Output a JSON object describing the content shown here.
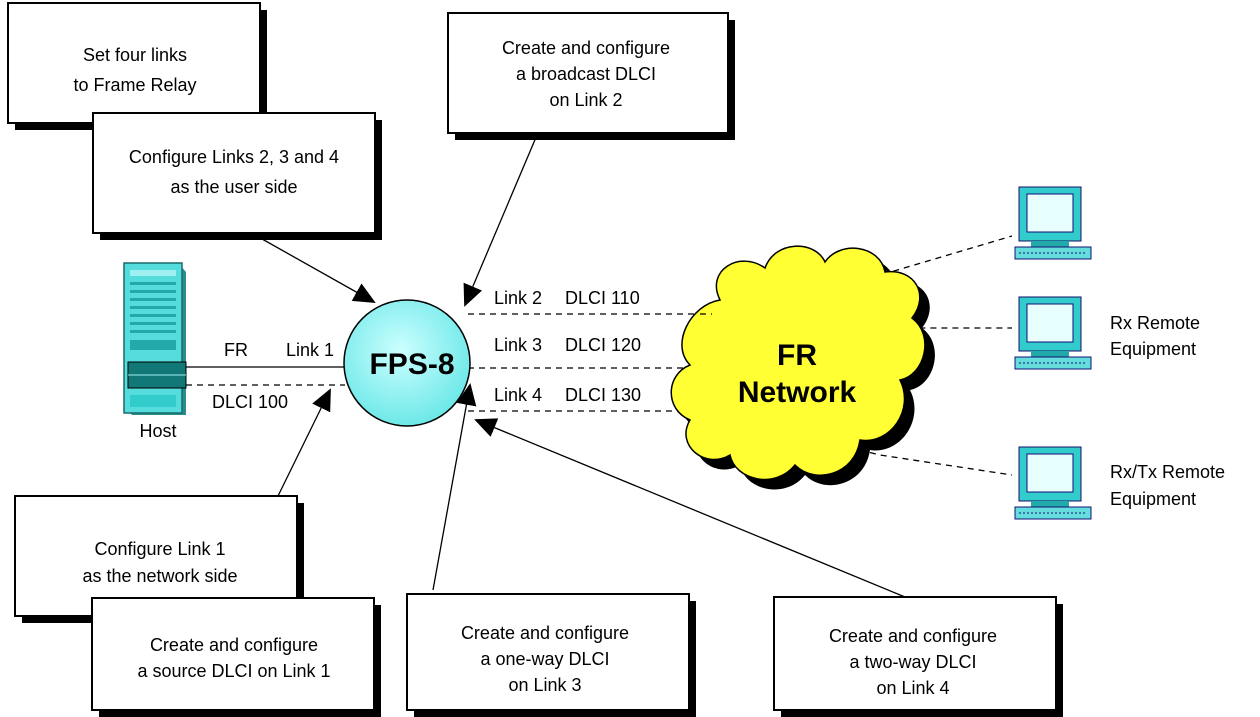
{
  "boxes": {
    "set_four_links": [
      "Set four links",
      "to Frame Relay"
    ],
    "configure_user_side": [
      "Configure Links 2, 3 and 4",
      "as the user side"
    ],
    "broadcast_dlci": [
      "Create and configure",
      "a broadcast DLCI",
      "on Link 2"
    ],
    "configure_network_side": [
      "Configure Link 1",
      "as the network side"
    ],
    "source_dlci": [
      "Create and configure",
      "a source DLCI on Link 1"
    ],
    "one_way_dlci": [
      "Create and configure",
      "a one-way DLCI",
      "on Link 3"
    ],
    "two_way_dlci": [
      "Create and configure",
      "a two-way DLCI",
      "on Link 4"
    ]
  },
  "nodes": {
    "host": "Host",
    "fps": "FPS-8",
    "network": [
      "FR",
      "Network"
    ],
    "rx_remote": [
      "Rx Remote",
      "Equipment"
    ],
    "rxtx_remote": [
      "Rx/Tx Remote",
      "Equipment"
    ]
  },
  "links": {
    "fr": "FR",
    "link1": "Link 1",
    "dlci100": "DLCI 100",
    "link2": "Link 2",
    "dlci110": "DLCI 110",
    "link3": "Link 3",
    "dlci120": "DLCI 120",
    "link4": "Link 4",
    "dlci130": "DLCI 130"
  },
  "colors": {
    "fps": "#99ffff",
    "cloud": "#ffff33",
    "computer": "#33cccc",
    "host": "#55dddd"
  },
  "icons": {
    "host": "server-tower-icon",
    "computer": "desktop-computer-icon",
    "cloud": "network-cloud-icon"
  }
}
